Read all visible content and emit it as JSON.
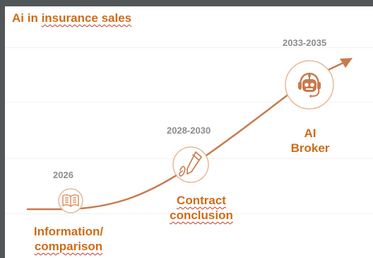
{
  "title": {
    "prefix": "Ai in ",
    "highlight": "insurance sales"
  },
  "colors": {
    "accent": "#d06b17",
    "curve": "#c87a4e",
    "year_text": "#8c8c8c",
    "spellcheck": "#c0392b"
  },
  "stages": [
    {
      "year": "2026",
      "label_lines": [
        "Information/",
        "comparison"
      ],
      "icon": "open-book-icon"
    },
    {
      "year": "2028-2030",
      "label_lines": [
        "Contract",
        "conclusion"
      ],
      "icon": "signature-pen-icon"
    },
    {
      "year": "2033-2035",
      "label_lines": [
        "AI",
        "Broker"
      ],
      "icon": "robot-headset-icon"
    }
  ]
}
